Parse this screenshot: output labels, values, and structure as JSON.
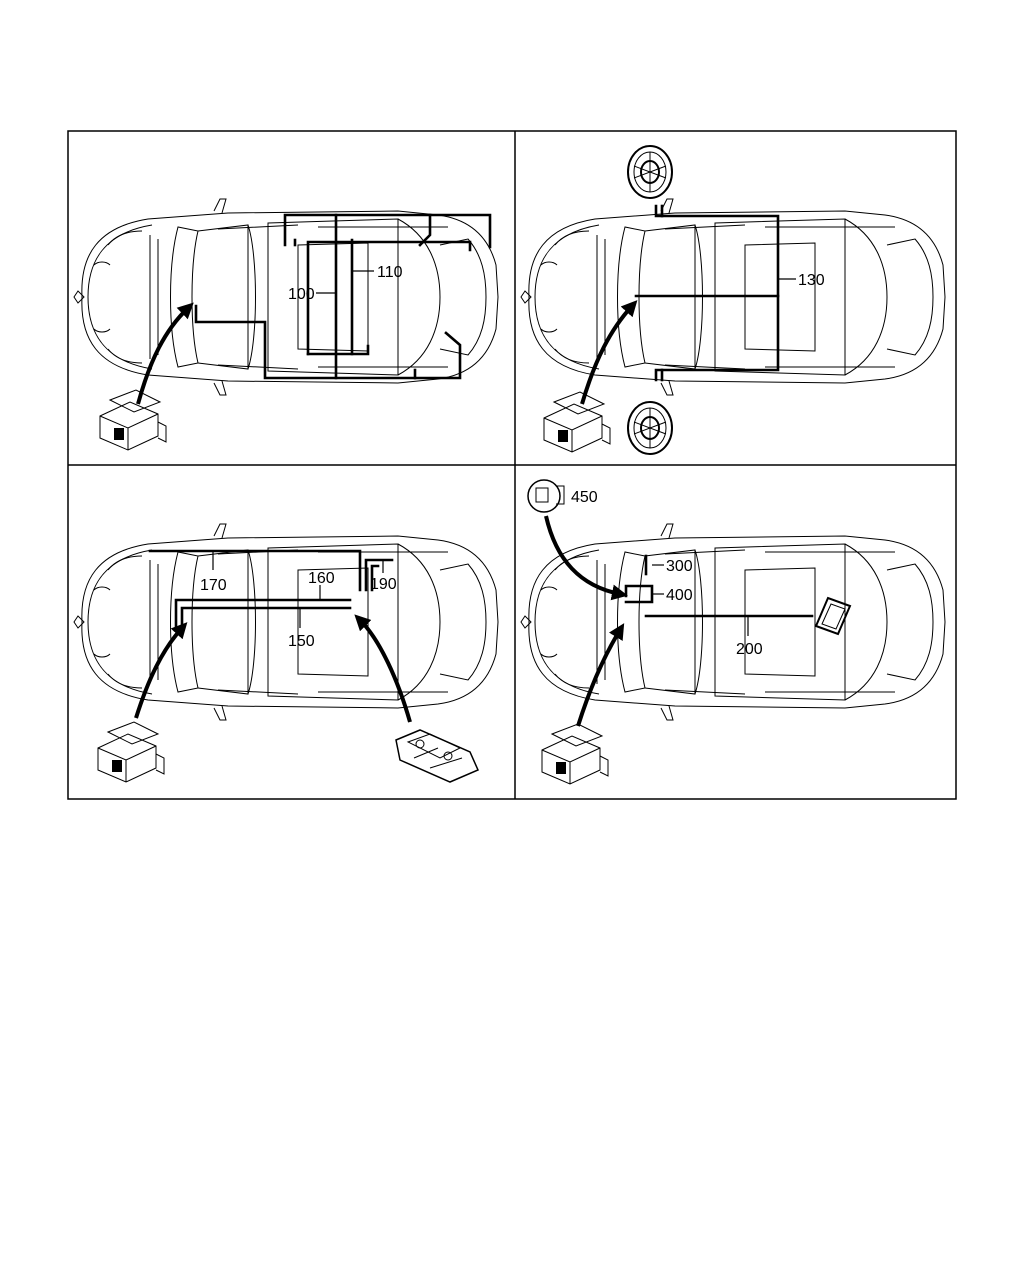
{
  "panels": [
    {
      "id": "top-left",
      "labels": [
        "100",
        "110"
      ],
      "components": [
        "control-unit"
      ]
    },
    {
      "id": "top-right",
      "labels": [
        "130"
      ],
      "components": [
        "control-unit",
        "front-speaker",
        "rear-speaker"
      ]
    },
    {
      "id": "bottom-left",
      "labels": [
        "170",
        "160",
        "190",
        "150"
      ],
      "components": [
        "control-unit",
        "door-module"
      ]
    },
    {
      "id": "bottom-right",
      "labels": [
        "450",
        "300",
        "400",
        "200"
      ],
      "components": [
        "control-unit",
        "sensor-unit",
        "display-module"
      ]
    }
  ]
}
